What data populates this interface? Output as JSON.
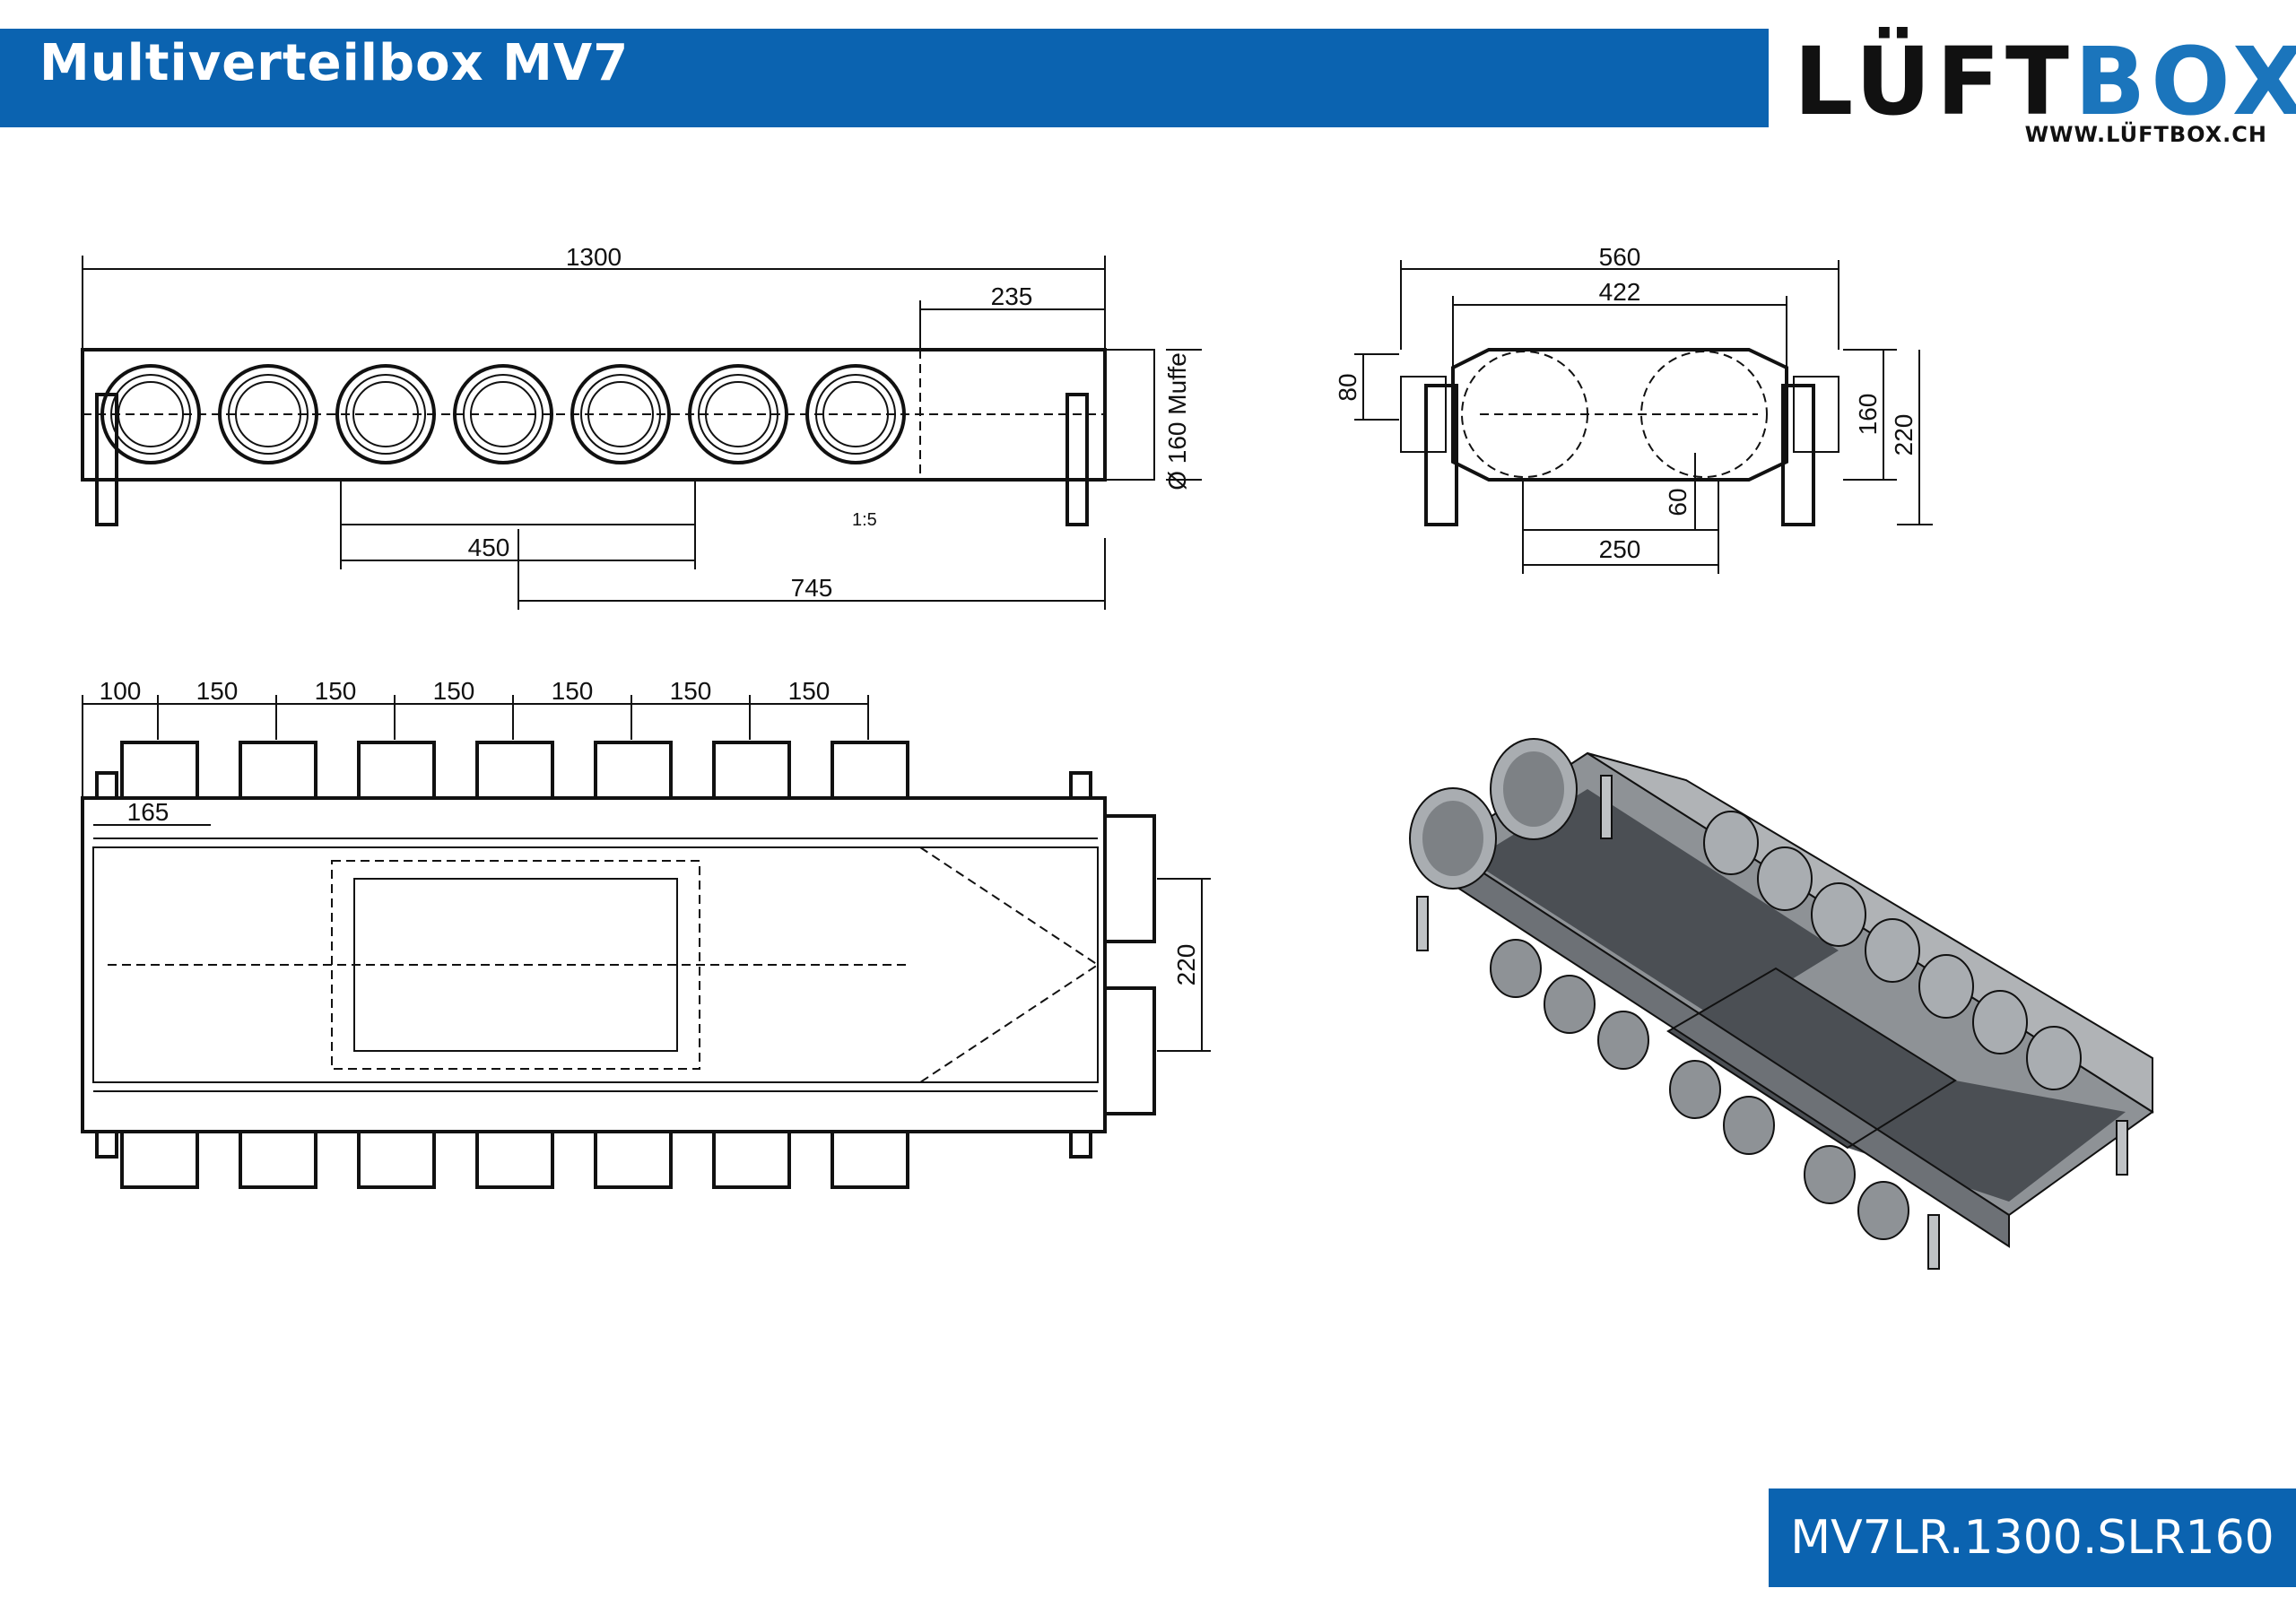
{
  "header": {
    "title": "Multiverteilbox MV7"
  },
  "logo": {
    "word_dark": "LÜFT",
    "word_blue": "BOX",
    "url": "WWW.LÜFTBOX.CH"
  },
  "product_code": "MV7LR.1300.SLR160",
  "front_view": {
    "overall_length": "1300",
    "end_offset": "235",
    "spigot_label": "Ø 160 Muffe",
    "scale": "1:5",
    "bottom_dim_1": "450",
    "bottom_dim_2": "745"
  },
  "side_view": {
    "total_width": "560",
    "inner_width": "422",
    "height_80": "80",
    "height_160": "160",
    "height_220": "220",
    "height_60": "60",
    "width_250": "250"
  },
  "top_view": {
    "pitch_first": "100",
    "pitches": [
      "150",
      "150",
      "150",
      "150",
      "150",
      "150"
    ],
    "offset_165": "165",
    "height_220": "220"
  },
  "colors": {
    "brand_blue": "#0b63b0",
    "logo_blue": "#1b75bc"
  }
}
